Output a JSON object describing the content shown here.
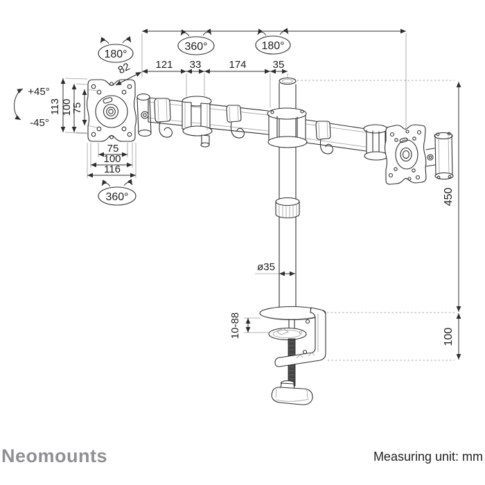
{
  "page": {
    "background": "#ffffff"
  },
  "branding": {
    "logo_text": "Neomounts",
    "logo_color": "#8f8f96"
  },
  "footer": {
    "measuring_unit": "Measuring unit: mm"
  },
  "annotations": {
    "swivel_left_plate": "180°",
    "rotation_center_joint": "360°",
    "swivel_right_arm": "180°",
    "rotation_left_plate": "360°",
    "tilt_up": "+45°",
    "tilt_down": "-45°"
  },
  "dimensions": {
    "plate_corner_offset": "82",
    "arm_segment_1": "121",
    "joint_width": "33",
    "arm_segment_2": "174",
    "pole_offset": "35",
    "plate_outer_height": "113",
    "vesa_height_100": "100",
    "vesa_height_75": "75",
    "vesa_width_75": "75",
    "vesa_width_100": "100",
    "plate_outer_width": "116",
    "pole_diameter": "ø35",
    "clamp_opening_range": "10-88",
    "pole_height": "450",
    "clamp_depth": "100"
  },
  "drawing": {
    "stroke_color": "#2d2d2d",
    "thin_line_color": "#9a9a9a"
  }
}
